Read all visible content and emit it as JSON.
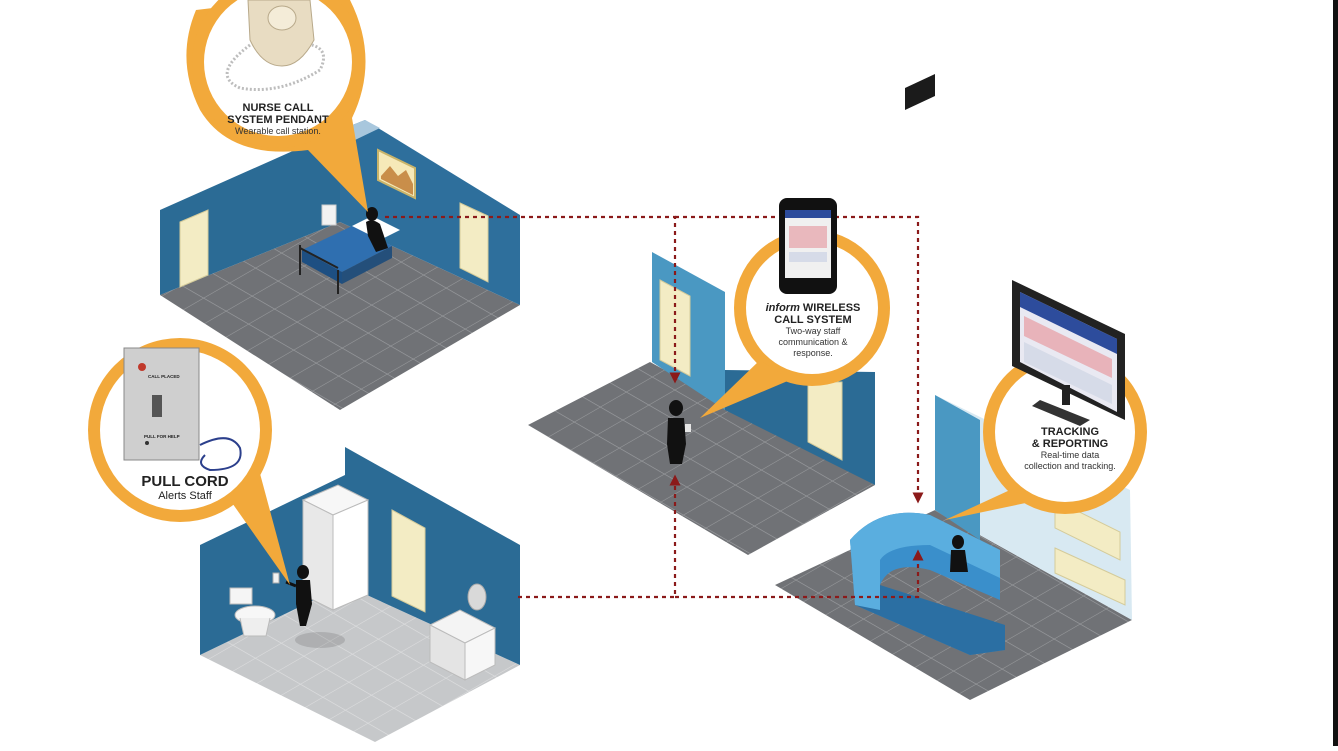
{
  "nodes": [
    {
      "id": "pendant",
      "title_lines": [
        "NURSE CALL",
        "SYSTEM PENDANT"
      ],
      "subtitle_lines": [
        "Wearable call station."
      ]
    },
    {
      "id": "pullcord",
      "title_lines": [
        "PULL CORD"
      ],
      "subtitle_lines": [
        "Alerts Staff"
      ],
      "device_labels": {
        "top": "CALL PLACED",
        "bottom": "PULL FOR HELP"
      }
    },
    {
      "id": "wireless",
      "title_prefix": "inform",
      "title_lines": [
        "WIRELESS",
        "CALL SYSTEM"
      ],
      "subtitle_lines": [
        "Two-way staff",
        "communication &",
        "response."
      ]
    },
    {
      "id": "tracking",
      "title_lines": [
        "TRACKING",
        "& REPORTING"
      ],
      "subtitle_lines": [
        "Real-time data",
        "collection and tracking."
      ]
    }
  ],
  "colors": {
    "accent_orange": "#f2a93b",
    "wall_blue": "#2b6b95",
    "wall_blue_light": "#4a98c2",
    "floor_grey": "#6d6f72",
    "floor_light": "#c9cbcd",
    "connector_red": "#8b1a1a",
    "door_cream": "#f3ecc4"
  },
  "icons": [
    "pendant-device",
    "pull-cord-panel",
    "tablet-device",
    "monitor-device",
    "person-figure",
    "bed",
    "toilet",
    "shower",
    "sink",
    "nurse-station-desk"
  ]
}
